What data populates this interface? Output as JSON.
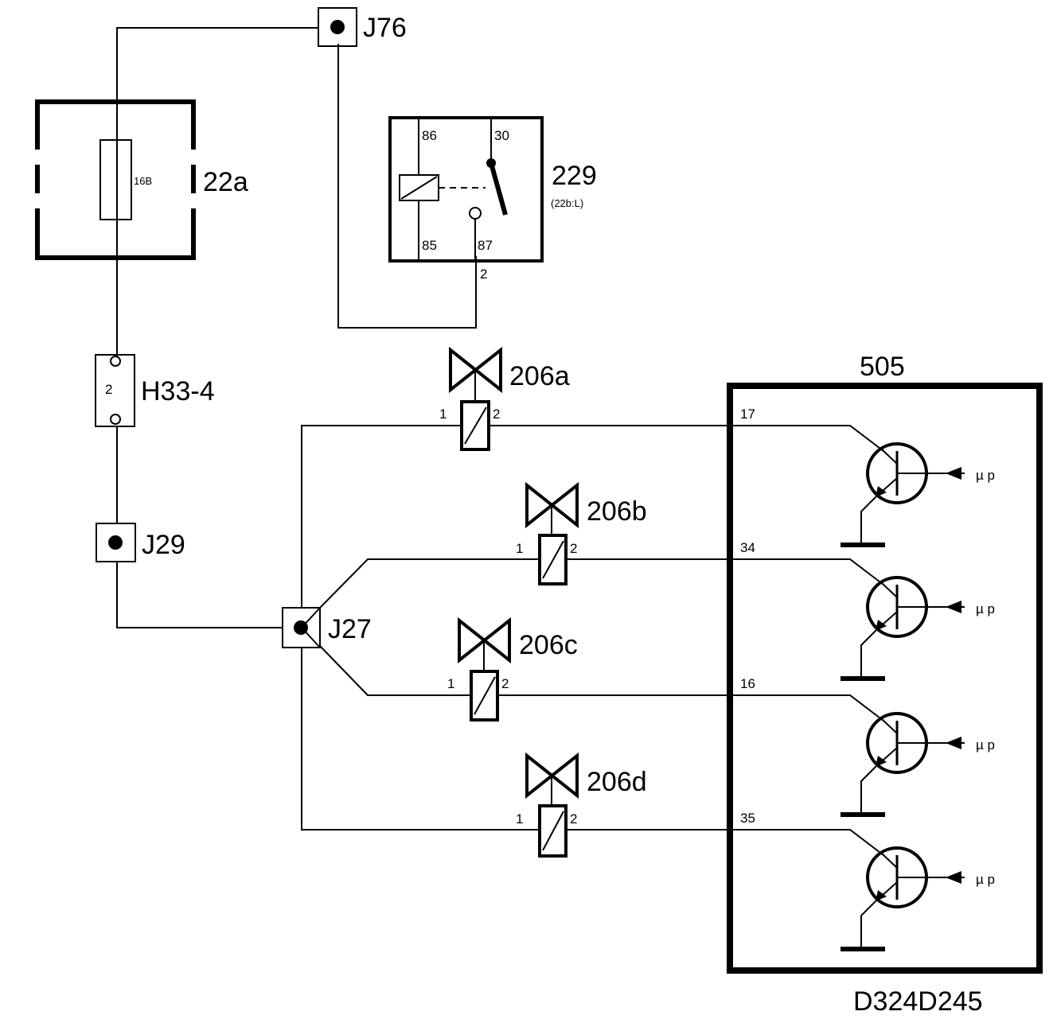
{
  "components": {
    "j76": {
      "label": "J76"
    },
    "fuse_box": {
      "label": "22a",
      "fuse_label": "16B"
    },
    "relay": {
      "label": "229",
      "sublabel": "(22b:L)",
      "pin86": "86",
      "pin30": "30",
      "pin85": "85",
      "pin87": "87",
      "pin_out": "2"
    },
    "h33": {
      "label": "H33-4",
      "pin": "2"
    },
    "j29": {
      "label": "J29"
    },
    "j27": {
      "label": "J27"
    },
    "ecu": {
      "label": "505",
      "code": "D324D245"
    }
  },
  "valves": [
    {
      "label": "206a",
      "pin1": "1",
      "pin2": "2",
      "ecu_pin": "17",
      "signal": "µ p"
    },
    {
      "label": "206b",
      "pin1": "1",
      "pin2": "2",
      "ecu_pin": "34",
      "signal": "µ p"
    },
    {
      "label": "206c",
      "pin1": "1",
      "pin2": "2",
      "ecu_pin": "16",
      "signal": "µ p"
    },
    {
      "label": "206d",
      "pin1": "1",
      "pin2": "2",
      "ecu_pin": "35",
      "signal": "µ p"
    }
  ]
}
